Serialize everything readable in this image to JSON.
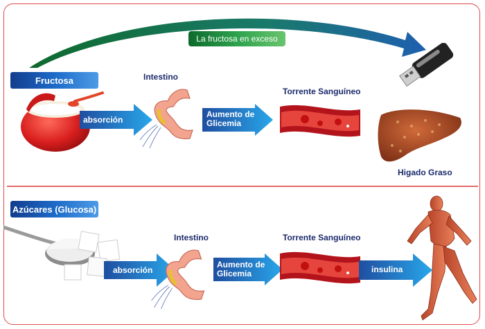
{
  "top_row": {
    "source_label": "Fructosa",
    "absorption_label": "absorción",
    "intestine_title": "Intestino",
    "glycemia_label": "Aumento de Glicemia",
    "bloodstream_title": "Torrente Sanguíneo",
    "excess_label": "La fructosa en exceso",
    "liver_title": "Higado Graso"
  },
  "bottom_row": {
    "source_label": "Azúcares (Glucosa)",
    "absorption_label": "absorción",
    "intestine_title": "Intestino",
    "glycemia_label": "Aumento de Glicemia",
    "bloodstream_title": "Torrente Sanguíneo",
    "insulin_label": "insulina"
  },
  "colors": {
    "border": "#e04a4a",
    "label_blue": "#1d6ac8",
    "arrow_blue": "#1e88d8",
    "heading_navy": "#1b2a6b",
    "excess_green": "#2ea24d"
  }
}
